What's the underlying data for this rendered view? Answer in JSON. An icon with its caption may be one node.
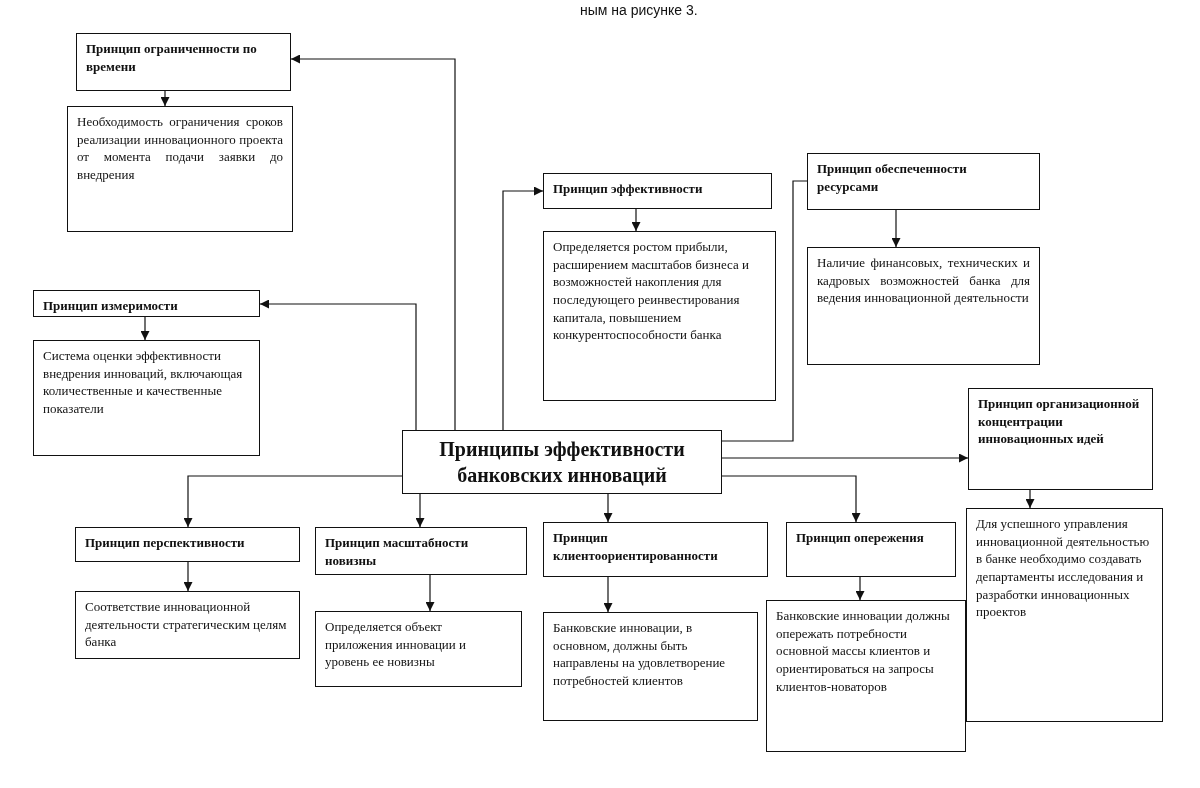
{
  "diagram": {
    "nodes": [
      {
        "text": [
          "Принципы эффективности банковских инноваций"
        ]
      },
      {
        "text": [
          "Принцип ограниченности по времени"
        ]
      },
      {
        "text": [
          "Необходимость ограничения сроков реализации инновационного проекта от момента подачи заявки до внедрения"
        ]
      },
      {
        "text": [
          "Принцип измеримости"
        ]
      },
      {
        "text": [
          "Система оценки эффективности внедрения инноваций, включающая количественные и качественные показатели"
        ]
      },
      {
        "text": [
          "Принцип эффективности"
        ]
      },
      {
        "text": [
          "Определяется ростом прибыли, расширением масштабов бизнеса и возможностей накопления для последующего реинвестирования капитала, повышением конкурентоспособности банка"
        ]
      },
      {
        "text": [
          "Принцип обеспеченности ресурсами"
        ]
      },
      {
        "text": [
          "Наличие финансовых, технических и кадровых возможностей банка для ведения инновационной деятельности"
        ]
      },
      {
        "text": [
          "Принцип организационной концентрации инновационных идей"
        ]
      },
      {
        "text": [
          "Для успешного управления инновационной деятельностью в банке необходимо создавать департаменты исследования и разработки инновационных проектов"
        ]
      },
      {
        "text": [
          "Принцип перспективности"
        ]
      },
      {
        "text": [
          "Соответствие инновационной деятельности стратегическим целям банка"
        ]
      },
      {
        "text": [
          "Принцип масштабности новизны"
        ]
      },
      {
        "text": [
          "Определяется объект приложения инновации и уровень ее новизны"
        ]
      },
      {
        "text": [
          "Принцип клиентоориентированности"
        ]
      },
      {
        "text": [
          "Банковские инновации, в основном, должны быть направлены на удовлетворение потребностей клиентов"
        ]
      },
      {
        "text": [
          "Принцип опережения"
        ]
      },
      {
        "text": [
          "Банковские инновации должны опережать потребности основной массы клиентов и ориентироваться на запросы клиентов-новаторов"
        ]
      }
    ],
    "edges": [
      {
        "from": 0,
        "to": 1,
        "arrow": "to"
      },
      {
        "from": 0,
        "to": 3,
        "arrow": "to"
      },
      {
        "from": 0,
        "to": 5,
        "arrow": "to"
      },
      {
        "from": 0,
        "to": 7,
        "arrow": "none"
      },
      {
        "from": 0,
        "to": 9,
        "arrow": "to"
      },
      {
        "from": 0,
        "to": 11,
        "arrow": "to"
      },
      {
        "from": 0,
        "to": 13,
        "arrow": "to"
      },
      {
        "from": 0,
        "to": 15,
        "arrow": "to"
      },
      {
        "from": 0,
        "to": 17,
        "arrow": "to"
      },
      {
        "from": 1,
        "to": 2,
        "arrow": "to"
      },
      {
        "from": 3,
        "to": 4,
        "arrow": "to"
      },
      {
        "from": 5,
        "to": 6,
        "arrow": "to"
      },
      {
        "from": 7,
        "to": 8,
        "arrow": "to"
      },
      {
        "from": 9,
        "to": 10,
        "arrow": "to"
      },
      {
        "from": 11,
        "to": 12,
        "arrow": "to"
      },
      {
        "from": 13,
        "to": 14,
        "arrow": "to"
      },
      {
        "from": 15,
        "to": 16,
        "arrow": "to"
      },
      {
        "from": 17,
        "to": 18,
        "arrow": "to"
      }
    ],
    "labels": [
      "ным на рисунке 3."
    ]
  }
}
